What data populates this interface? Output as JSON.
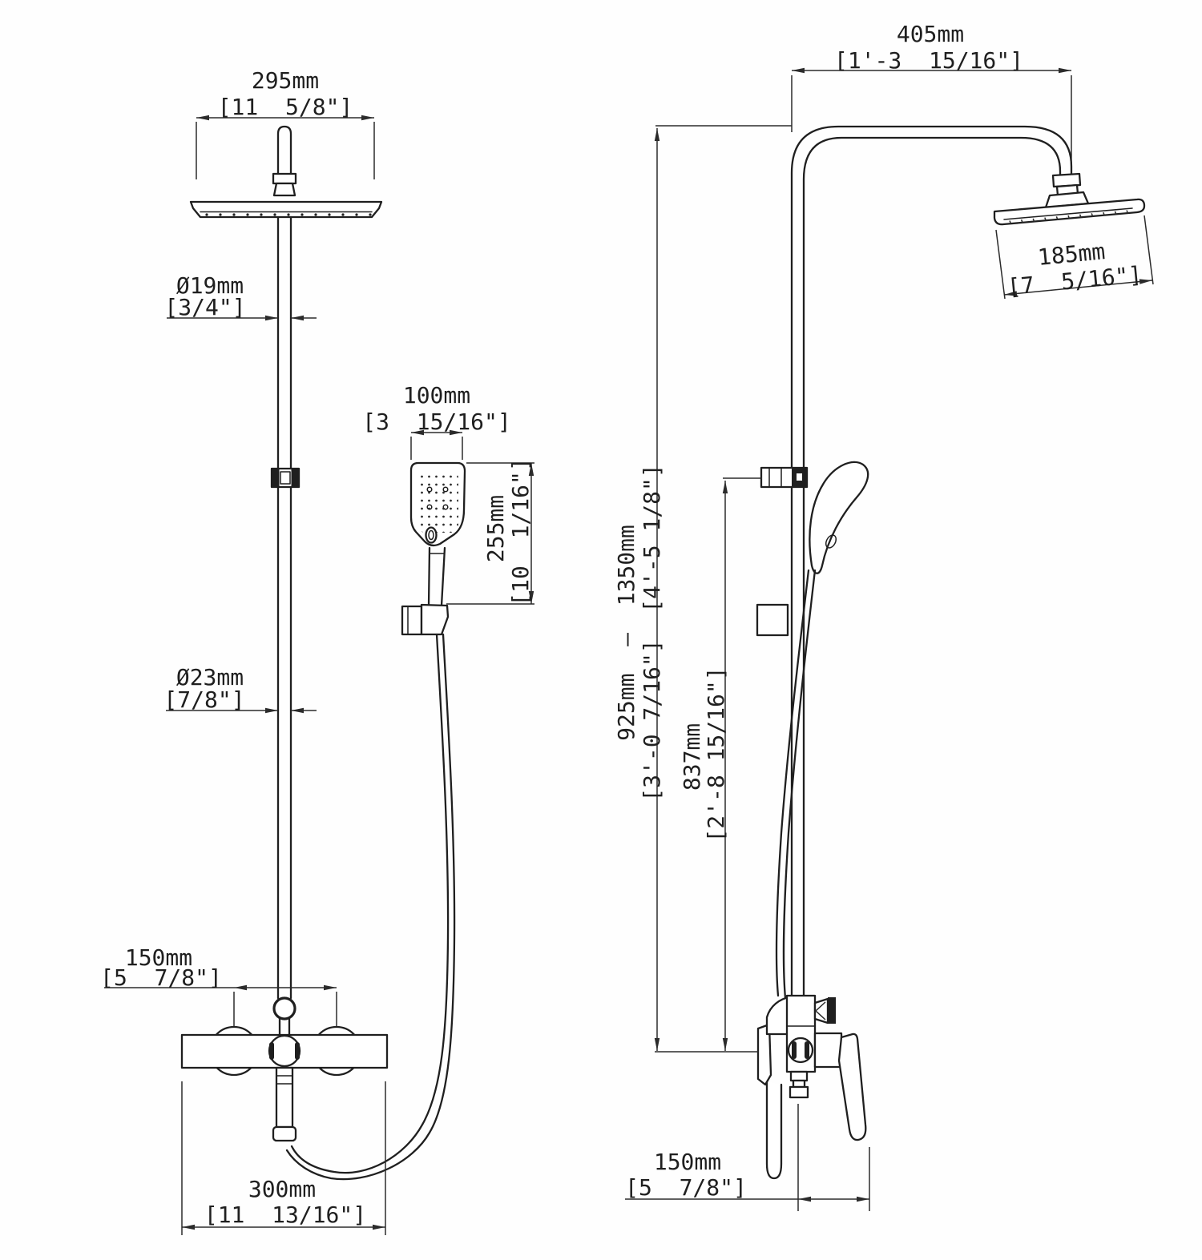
{
  "drawing": {
    "kind": "shower-system-dimension-drawing",
    "line_color": "#1f1f1f",
    "background": "#fefefe"
  },
  "views": {
    "front": {
      "name": "front-view",
      "dims": {
        "head_width": {
          "mm": "295mm",
          "in": "[11  5/8\"]"
        },
        "arm_diameter": {
          "mm": "Ø19mm",
          "in": "[3/4\"]"
        },
        "hand_shower_width": {
          "mm": "100mm",
          "in": "[3  15/16\"]"
        },
        "hand_shower_height": {
          "mm": "255mm",
          "in": "[10  1/16\"]"
        },
        "riser_diameter": {
          "mm": "Ø23mm",
          "in": "[7/8\"]"
        },
        "inlet_spacing": {
          "mm": "150mm",
          "in": "[5  7/8\"]"
        },
        "body_width": {
          "mm": "300mm",
          "in": "[11  13/16\"]"
        }
      }
    },
    "side": {
      "name": "side-view",
      "dims": {
        "arm_reach": {
          "mm": "405mm",
          "in": "[1'-3  15/16\"]"
        },
        "head_depth": {
          "mm": "185mm",
          "in": "[7  5/16\"]"
        },
        "height_range": {
          "mm": "925mm  —  1350mm",
          "in": "[3'-0 7/16\"]  [4'-5 1/8\"]"
        },
        "hose_height": {
          "mm": "837mm",
          "in": "[2'-8 15/16\"]"
        },
        "spout_reach": {
          "mm": "150mm",
          "in": "[5  7/8\"]"
        }
      }
    }
  }
}
